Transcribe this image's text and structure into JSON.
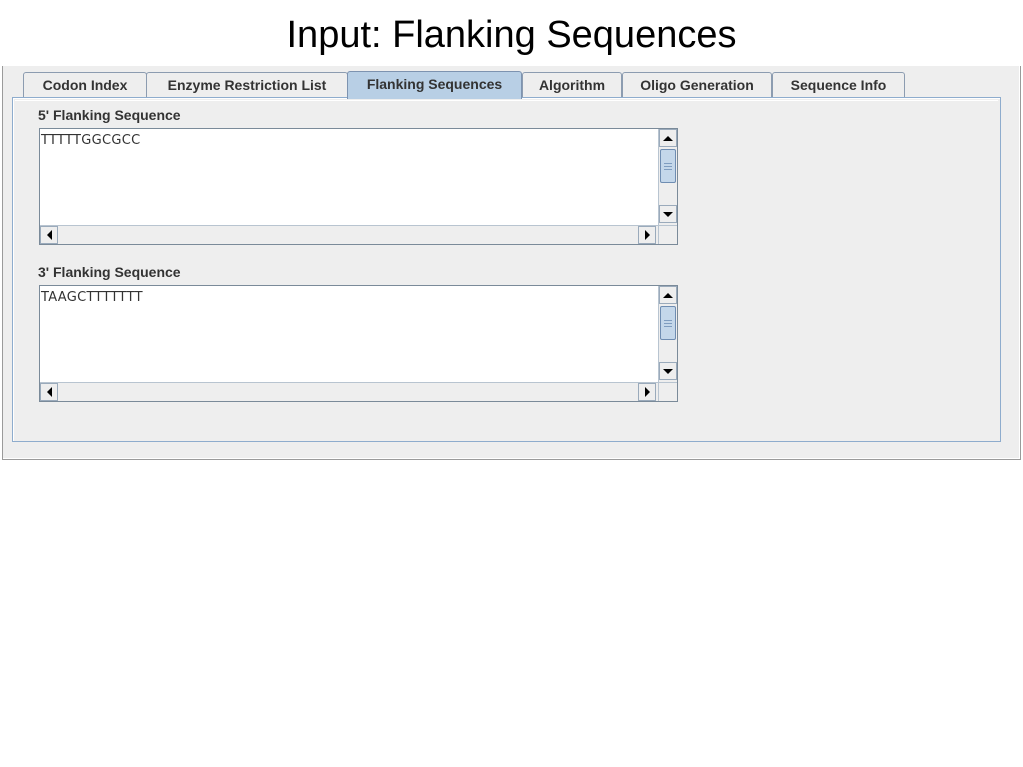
{
  "slide": {
    "title": "Input: Flanking Sequences"
  },
  "tabs": [
    {
      "label": "Codon Index",
      "selected": false
    },
    {
      "label": "Enzyme Restriction List",
      "selected": false
    },
    {
      "label": "Flanking Sequences",
      "selected": true
    },
    {
      "label": "Algorithm",
      "selected": false
    },
    {
      "label": "Oligo Generation",
      "selected": false
    },
    {
      "label": "Sequence Info",
      "selected": false
    }
  ],
  "panel": {
    "five_prime": {
      "label": "5' Flanking Sequence",
      "value": "TTTTTGGCGCC"
    },
    "three_prime": {
      "label": "3' Flanking Sequence",
      "value": "TAAGCTTTTTTT"
    }
  },
  "colors": {
    "selected_tab": "#b8cfe5",
    "panel_border": "#8eaccd",
    "background": "#eeeeee"
  },
  "icons": {
    "scroll_up": "triangle-up",
    "scroll_down": "triangle-down",
    "scroll_left": "triangle-left",
    "scroll_right": "triangle-right"
  }
}
